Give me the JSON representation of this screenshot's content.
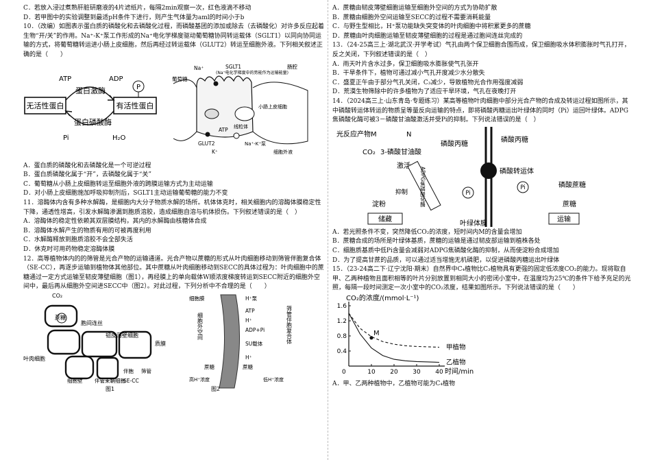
{
  "left": {
    "q9_option_c": "C．若放入浸过煮熟肝脏研磨液的4片滤纸片，每隔2min观察一次，红色液滴不移动",
    "q9_option_d": "D．若甲图中的实验调整到最适pH条件下进行，则产生气体量为aml的时间小于b",
    "q10_stem": "10．（改编）如图表示蛋白质的磷酸化和去磷酸化过程，而磷酸基团的添加或除去（去磷酸化）对许多反应起着生物“开/关”的作用。Na⁺-K⁺泵工作形成的Na⁺电化学梯度驱动葡萄糖协同转运载体（SGLT1）以同向协同运输的方式，将葡萄糖转运进小肠上皮细胞，然后再经过转运载体（GLUT2）转运至细胞外液。下列相关叙述正确的是（　　）",
    "fig10a": {
      "atp": "ATP",
      "adp": "ADP",
      "p": "P",
      "kinase": "蛋白激酶",
      "phosphatase": "蛋白磷酸酶",
      "inactive": "无活性蛋白",
      "active": "有活性蛋白",
      "pi": "Pi",
      "h2o": "H₂O"
    },
    "fig10b": {
      "glucose": "葡萄糖",
      "na": "Na⁺",
      "sglt1": "SGLT1",
      "sglt1_note": "(Na⁺电化学梯度中的势能作为运输能量)",
      "lumen": "肠腔",
      "cell": "小肠上皮细胞",
      "mito": "线粒体",
      "glut2": "GLUT2",
      "atp": "ATP",
      "k": "K⁺",
      "pump": "Na⁺-K⁺泵",
      "extracellular": "细胞外液"
    },
    "q10_options": [
      "A．蛋白质的磷酸化和去磷酸化是一个可逆过程",
      "B．蛋白质磷酸化属于“开”，去磷酸化属于“关”",
      "C．葡萄糖从小肠上皮细胞转运至细胞外液的跨膜运输方式为主动运输",
      "D．对小肠上皮细胞施加呼吸抑制剂后，SGLT1主动运输葡萄糖的能力不变"
    ],
    "q11_stem": "11．溶酶体内含有多种水解酶，是细胞内大分子物质水解的场所。机体体克时，相关细胞内的溶酶体膜稳定性下降，通透性增高，引发水解酶渗漏到胞质溶胶，造成细胞自溶与机体损伤。下列叙述错误的是（　）",
    "q11_options": [
      "A．溶酶体的稳定性依赖其双层膜结构，其内的水解酶由核糖体合成",
      "B．溶酶体水解产生的物质有用的可被再度利用",
      "C．水解酶释放到胞质溶胶不会全部失活",
      "D．休克时可用药物稳定溶酶体膜"
    ],
    "q12_stem": "12．高等植物体内的的筛管是光合产物的运输通道。光合产物以蔗糖的形式从叶肉细胞移动到筛管伴胞复合体（SE-CC），再逐步运输到植物体其他部位。其中蔗糖从叶肉细胞移动到SECC的具体过程为：叶肉细胞中的蔗糖通过一定方式运输至韧皮薄壁细胞（图1），再经膜上的单向载体W顺浓度梯度转运到SECC附近的细胞外空间中，最后再从细胞外空间进SECC中（图2）。对此过程，下列分析中不合理的是（　　）",
    "fig12a": {
      "co2": "CO₂",
      "sucrose": "蔗糖",
      "plasmodesmata": "胞间连丝",
      "parenchyma": "韧皮薄壁细胞",
      "plasma_membrane": "质膜",
      "mesophyll": "叶肉细胞",
      "cell_wall": "细胞壁",
      "companion_complex": "伴管束鞘细胞",
      "companion": "伴胞",
      "sieve": "筛管",
      "secc": "SE-CC",
      "caption": "图1"
    },
    "fig12b": {
      "membrane": "细胞膜",
      "proton_pump": "H⁺泵",
      "atp": "ATP",
      "hplus": "H⁺",
      "adp_pi": "ADP+Pi",
      "su": "SU载体",
      "sucrose": "蔗糖",
      "outside": "细胞外空间",
      "secc": "筛管伴胞复合体",
      "high": "高H⁺浓度",
      "low": "低H⁺浓度",
      "caption": "图2"
    }
  },
  "right": {
    "q12_options": [
      "A．蔗糖由韧皮薄壁细胞运输至细胞外空间的方式为协助扩散",
      "B．蔗糖由细胞外空间运输至SECC的过程不需要消耗能量",
      "C．与野生型相比，H⁺泵功能缺失突变体的叶肉细胞中将积累更多的蔗糖",
      "D．蔗糖由叶肉细胞运输至韧皮薄壁细胞的过程是通过胞间连丝完成的"
    ],
    "q13_stem": "13．（24-25高三上·湖北武汉·开学考试）气孔由两个保卫细胞合围而成，保卫细胞吸水体积膨胀时气孔打开，反之关闭，下列叙述错误的是（　）",
    "q13_options": [
      "A．雨天叶片含水过多，保卫细胞吸水膨胀使气孔张开",
      "B．干旱条件下，植物可通过减小气孔开度减少水分散失",
      "C．盛夏正午由于部分气孔关闭，C₃减少，导致植物光合作用强度减弱",
      "D．荒漠生物筛除中的许多植物为了适应干旱环境，气孔在夜晚打开"
    ],
    "q14_stem": "14．（2024高三上·山东青岛·专题练习）某高等植物叶肉细胞中部分光合产物的合成及转运过程如图所示，其中磷酸转运体转运的物质呈等量反向运输的特点，即将磷酸丙糖运出叶绿体的同时（Pi）运回叶绿体。ADPG焦磷酸化酶可被3－磷酸甘油酸激活并受Pi的抑制。下列说法错误的是（　）",
    "fig14": {
      "light": "光反应产物M",
      "n": "N",
      "co2": "CO₂",
      "pga": "3-磷酸甘油酸",
      "activate": "激活",
      "tp": "磷酸丙糖",
      "tp2": "磷酸丙糖",
      "transporter": "磷酸转运体",
      "pi": "Pi",
      "pi2": "Pi",
      "adpg": "ADPG焦磷酸化酶",
      "inhibit": "抑制",
      "sucrose_p": "磷酸蔗糖",
      "starch": "淀粉",
      "store": "储藏",
      "sucrose": "蔗糖",
      "membrane": "叶绿体膜",
      "transport": "运输"
    },
    "q14_options": [
      "A．若光照条件不变，突然降低CO₂的浓度，短时间内M的含量会增加",
      "B．蔗糖合成的场所是叶绿体基质，蔗糖的运输是通过韧皮部运输到植株各处",
      "C．细胞质基质中低Pi含量会减弱对ADPG焦磷酸化酶的抑制，从而使淀粉合成增加",
      "D．为了提高甘蔗的品质，可以通过适当增施无机磷肥，以促进磷酸丙糖运出叶绿体"
    ],
    "q15_stem": "15．（23-24高二下·辽宁沈阳·期末）自然界中C₄植物比C₃植物具有更强的固定低浓度CO₂的能力。现将取自甲、乙两种植物且面积相等的叶片分别放置到相同大小的密闭小室中，在温度均为25℃的条件下给予充足的光照，每隔一段时间测定一次小室中的CO₂浓度，结果如图所示。下列说法错误的是（　　）",
    "q15_option_a": "A．甲、乙两种植物中，乙植物可能为C₄植物"
  },
  "chart_data": {
    "type": "line",
    "title": "",
    "ylabel": "CO₂的浓度/(mmol·L⁻¹)",
    "xlabel": "时间/min",
    "xlim": [
      0,
      40
    ],
    "ylim": [
      0,
      1.6
    ],
    "x_ticks": [
      "10",
      "20",
      "30",
      "40"
    ],
    "y_ticks": [
      "0.4",
      "0.8",
      "1.2",
      "1.6"
    ],
    "origin_label": "0",
    "point_label": "M",
    "series": [
      {
        "name": "甲植物",
        "x": [
          0,
          5,
          10,
          15,
          20,
          25,
          30,
          35,
          40
        ],
        "values": [
          1.4,
          1.0,
          0.78,
          0.65,
          0.58,
          0.54,
          0.52,
          0.51,
          0.5
        ]
      },
      {
        "name": "乙植物",
        "x": [
          0,
          5,
          10,
          15,
          20,
          25,
          30,
          35,
          40
        ],
        "values": [
          1.4,
          0.85,
          0.48,
          0.28,
          0.18,
          0.14,
          0.12,
          0.11,
          0.1
        ]
      }
    ],
    "marker": {
      "x": 10,
      "y": 0.75
    }
  }
}
